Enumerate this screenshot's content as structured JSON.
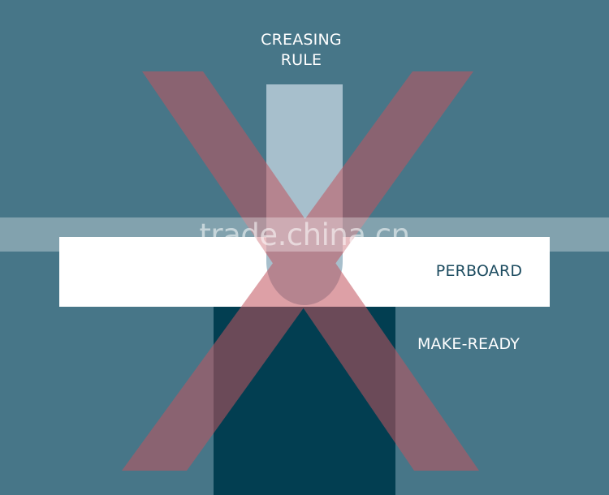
{
  "diagram": {
    "labels": {
      "creasing_rule_line1": "CREASING",
      "creasing_rule_line2": "RULE",
      "perboard": "PERBOARD",
      "make_ready": "MAKE-READY"
    },
    "watermark": "trade.china.cn",
    "colors": {
      "background": "#477688",
      "creasing_rule": "#a7bfcc",
      "perboard": "#ffffff",
      "make_ready": "#023e51",
      "cross_mark": "#c2545f",
      "label_light": "#ffffff",
      "label_dark": "#1d4c60",
      "watermark_band": "#ffffff"
    }
  }
}
